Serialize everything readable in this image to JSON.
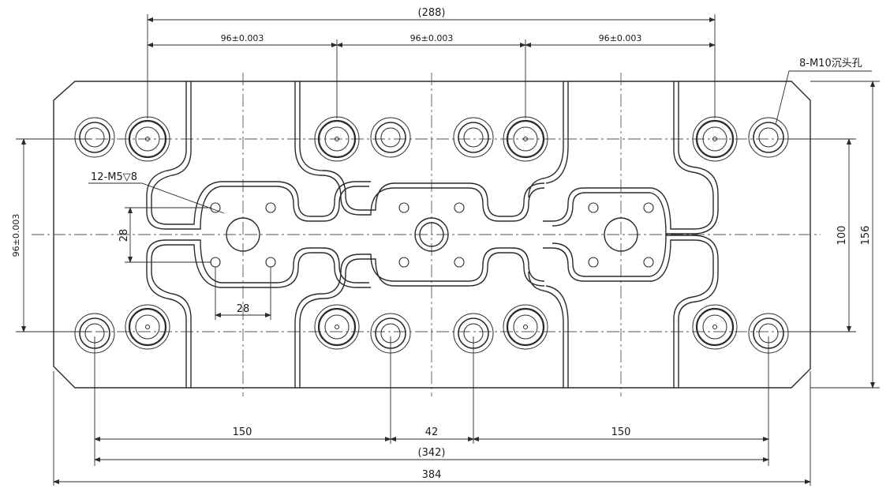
{
  "dimensions": {
    "top_span": "(288)",
    "pitch_1": "96±0.003",
    "pitch_2": "96±0.003",
    "pitch_3": "96±0.003",
    "left_vertical": "96±0.003",
    "left_28_vertical": "28",
    "bottom_28": "28",
    "right_100": "100",
    "right_156": "156",
    "bottom_150_left": "150",
    "bottom_42": "42",
    "bottom_150_right": "150",
    "bottom_342": "(342)",
    "bottom_384": "384"
  },
  "callouts": {
    "counterbore": "8-M10沉头孔",
    "tapped": "12-M5▽8"
  },
  "colors": {
    "line": "#2b2b2b",
    "centerline": "#555555"
  }
}
